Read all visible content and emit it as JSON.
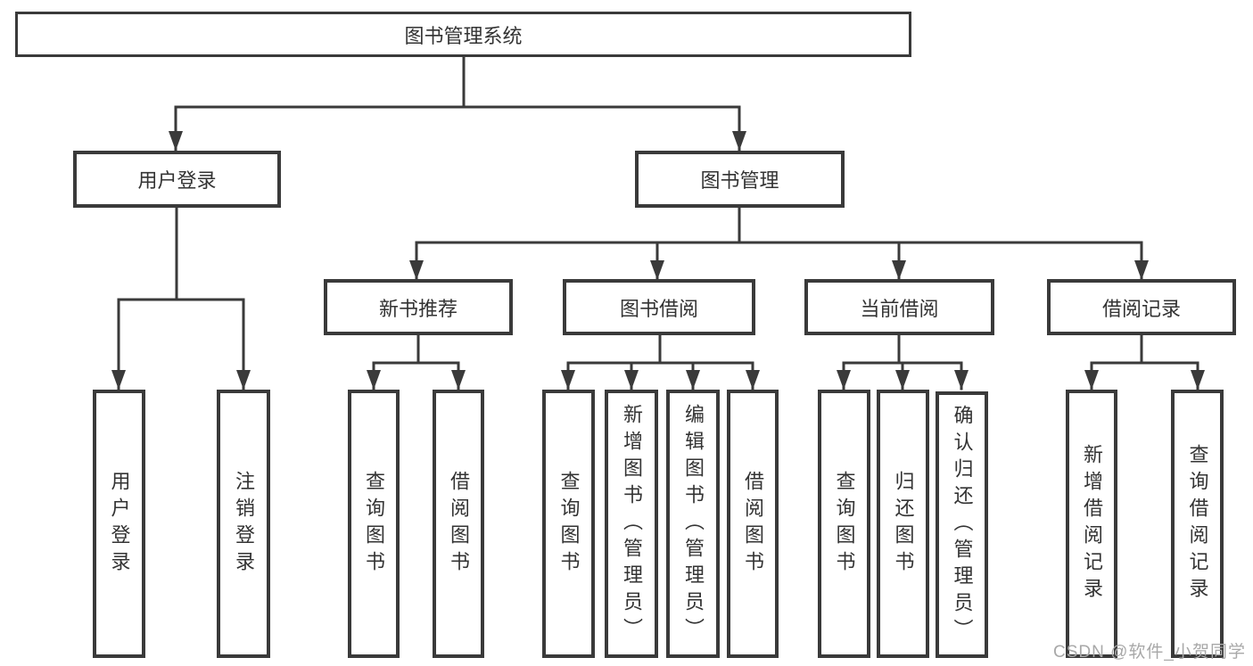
{
  "colors": {
    "line": "#3a3a3a",
    "box_border": "#3a3a3a",
    "text": "#333333",
    "background": "#ffffff",
    "watermark_text_color": "#a8a8a8"
  },
  "watermark": {
    "text": "CSDN @软件_小贺同学"
  },
  "diagram": {
    "type": "tree",
    "root": {
      "label": "图书管理系统"
    },
    "level2": [
      {
        "id": "user-login",
        "label": "用户登录"
      },
      {
        "id": "book-management",
        "label": "图书管理"
      }
    ],
    "level3": [
      {
        "id": "new-book-recommendation",
        "label": "新书推荐",
        "parent": "图书管理"
      },
      {
        "id": "book-borrowing",
        "label": "图书借阅",
        "parent": "图书管理"
      },
      {
        "id": "current-borrowing",
        "label": "当前借阅",
        "parent": "图书管理"
      },
      {
        "id": "borrowing-records",
        "label": "借阅记录",
        "parent": "图书管理"
      }
    ],
    "leaves": {
      "user_login": [
        "用户登录",
        "注销登录"
      ],
      "new_book_recommendation": [
        "查询图书",
        "借阅图书"
      ],
      "book_borrowing": [
        "查询图书",
        "新增图书（管理员）",
        "编辑图书（管理员）",
        "借阅图书"
      ],
      "current_borrowing": [
        "查询图书",
        "归还图书",
        "确认归还（管理员）"
      ],
      "borrowing_records": [
        "新增借阅记录",
        "查询借阅记录"
      ]
    }
  }
}
